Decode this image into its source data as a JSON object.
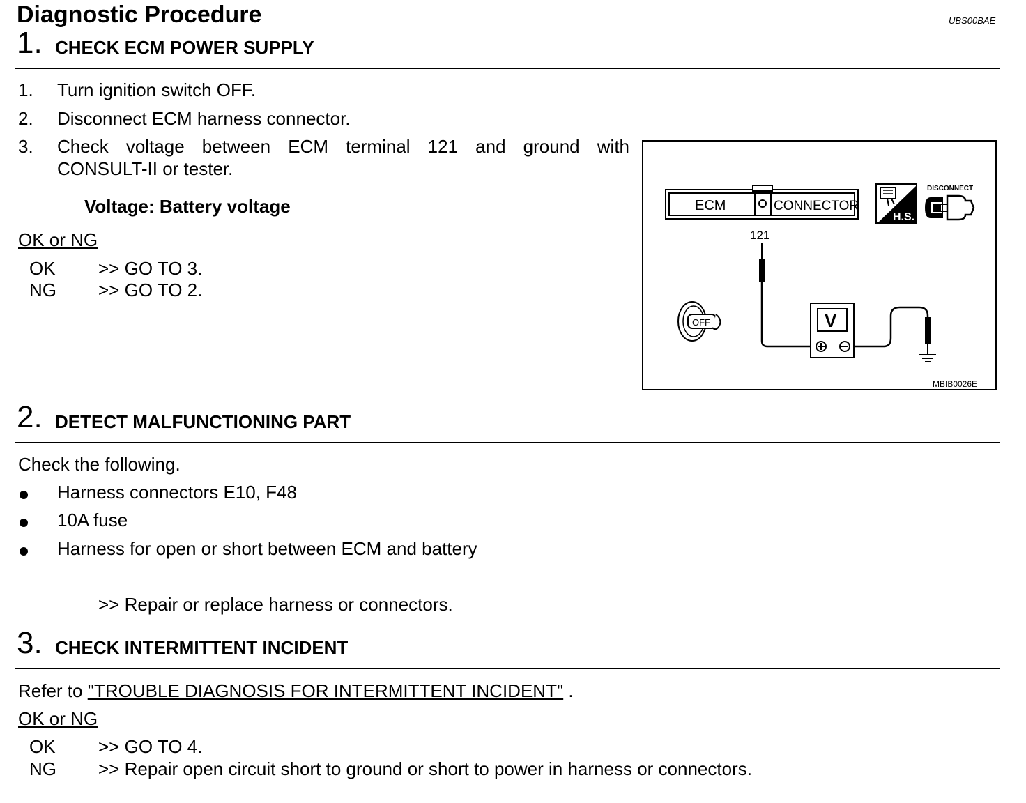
{
  "header": {
    "title": "Diagnostic Procedure",
    "code": "UBS00BAE"
  },
  "step1": {
    "number": "1.",
    "heading": "CHECK ECM POWER SUPPLY",
    "items": [
      {
        "num": "1.",
        "text": "Turn ignition switch OFF."
      },
      {
        "num": "2.",
        "text": "Disconnect ECM harness connector."
      },
      {
        "num": "3.",
        "line1": "Check voltage between ECM terminal 121 and ground with",
        "line2": "CONSULT-II or tester."
      }
    ],
    "spec": "Voltage: Battery voltage",
    "ok_ng": "OK or NG",
    "results": [
      {
        "label": "OK",
        "action": ">> GO TO 3."
      },
      {
        "label": "NG",
        "action": ">> GO TO 2."
      }
    ]
  },
  "figure": {
    "ecm_label": "ECM",
    "connector_label": "CONNECTOR",
    "terminal": "121",
    "hs_label": "H.S.",
    "disconnect_label": "DISCONNECT",
    "meter_label": "V",
    "switch_label": "OFF",
    "figure_code": "MBIB0026E"
  },
  "step2": {
    "number": "2.",
    "heading": "DETECT MALFUNCTIONING PART",
    "intro": "Check the following.",
    "bullets": [
      "Harness connectors E10, F48",
      "10A fuse",
      "Harness for open or short between ECM and battery"
    ],
    "action": ">> Repair or replace harness or connectors."
  },
  "step3": {
    "number": "3.",
    "heading": "CHECK INTERMITTENT INCIDENT",
    "refer_prefix": "Refer to ",
    "refer_link": "\"TROUBLE DIAGNOSIS FOR INTERMITTENT INCIDENT\"",
    "refer_suffix": " .",
    "ok_ng": "OK or NG",
    "results": [
      {
        "label": "OK",
        "action": ">> GO TO 4."
      },
      {
        "label": "NG",
        "action": ">> Repair open circuit short to ground or short to power in harness or connectors."
      }
    ]
  }
}
